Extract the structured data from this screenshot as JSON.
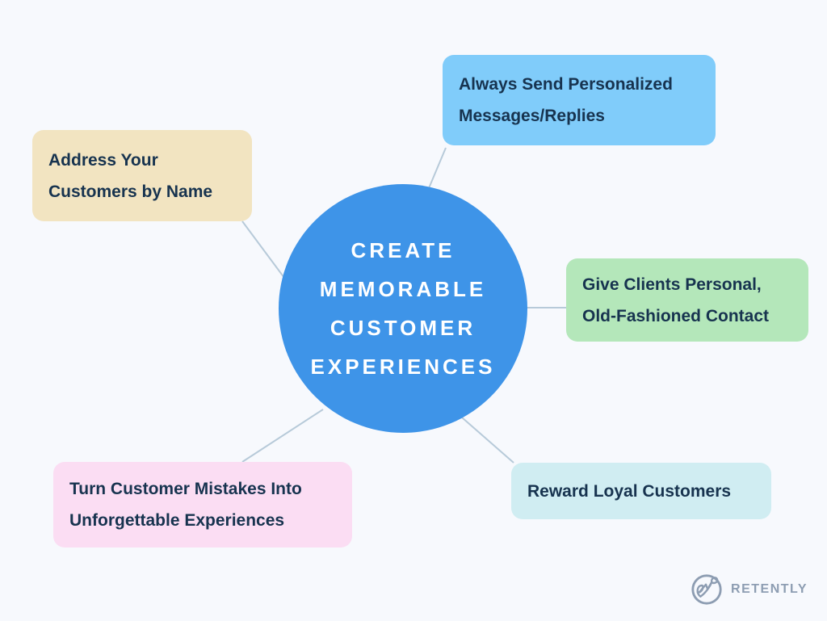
{
  "diagram": {
    "background_color": "#f7f9fd",
    "text_color": "#17334f",
    "connector_color": "#b7cad9",
    "center": {
      "lines": [
        "CREATE",
        "MEMORABLE",
        "CUSTOMER",
        "EXPERIENCES"
      ],
      "bg_color": "#3e94e8",
      "text_color": "#ffffff"
    },
    "nodes": [
      {
        "id": "address-customers",
        "line1": "Address Your",
        "line2": "Customers by Name",
        "bg_color": "#f2e4c1"
      },
      {
        "id": "personalized-messages",
        "line1": "Always Send Personalized",
        "line2": "Messages/Replies",
        "bg_color": "#80ccfa"
      },
      {
        "id": "personal-contact",
        "line1": "Give Clients Personal,",
        "line2": "Old-Fashioned Contact",
        "bg_color": "#b4e7ba"
      },
      {
        "id": "reward-loyal",
        "line1": "Reward Loyal Customers",
        "bg_color": "#d0edf2"
      },
      {
        "id": "customer-mistakes",
        "line1": "Turn Customer Mistakes Into",
        "line2": "Unforgettable Experiences",
        "bg_color": "#fbddf3"
      }
    ]
  },
  "footer": {
    "brand": "RETENTLY",
    "brand_color": "#8d9db2"
  }
}
